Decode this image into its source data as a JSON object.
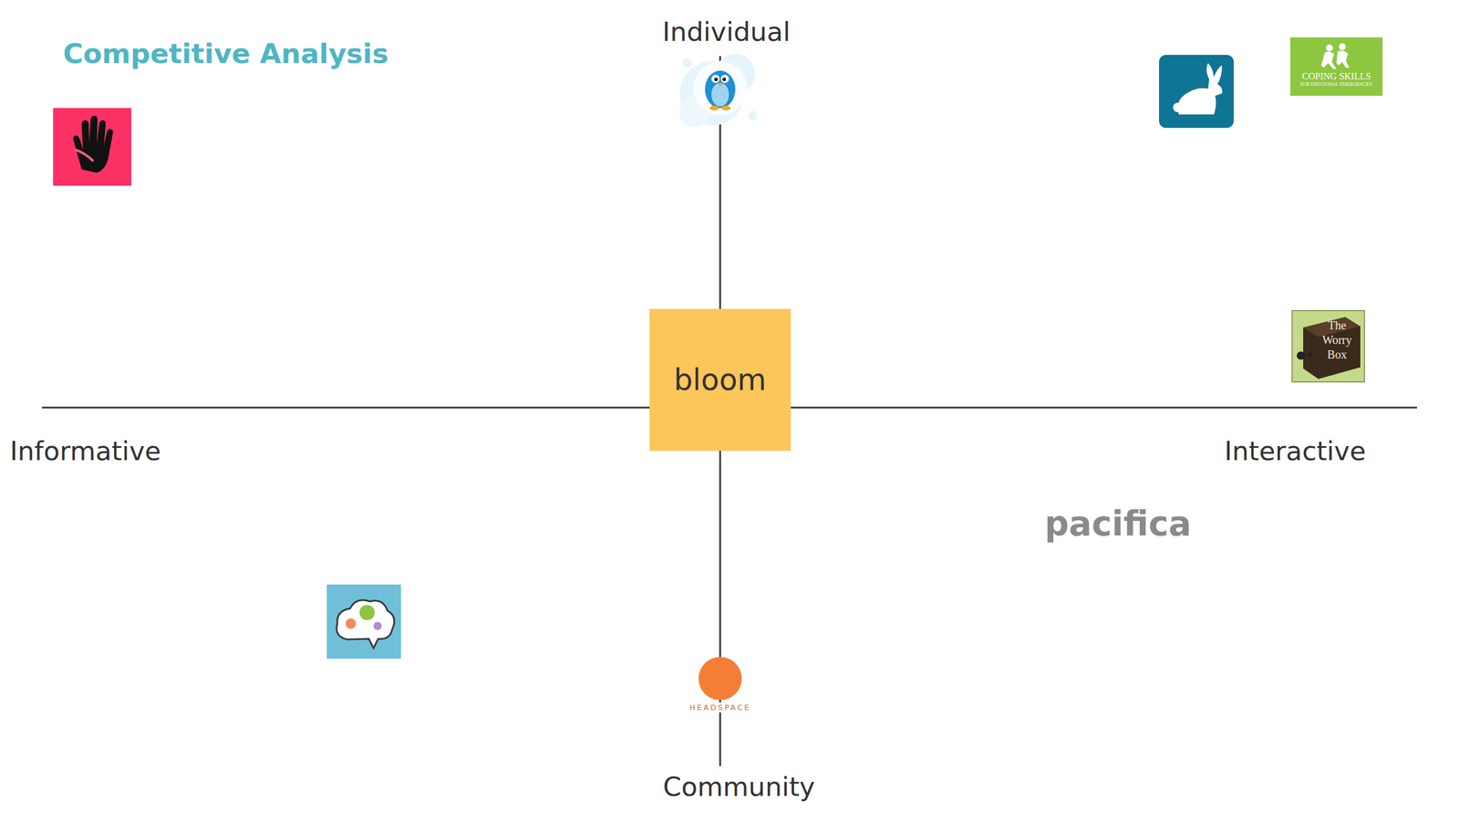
{
  "diagram": {
    "title": "Competitive Analysis",
    "nodes": [
      {
        "text": [
          "COPING SKILLS",
          "FOR EMOTIONAL EMERGENCIES"
        ]
      },
      {
        "text": [
          "The Worry Box"
        ]
      },
      {
        "text": [
          "bloom"
        ]
      },
      {
        "text": [
          "HEADSPACE"
        ]
      }
    ],
    "labels": [
      "Individual",
      "Informative",
      "Interactive",
      "pacifica",
      "Community"
    ]
  }
}
